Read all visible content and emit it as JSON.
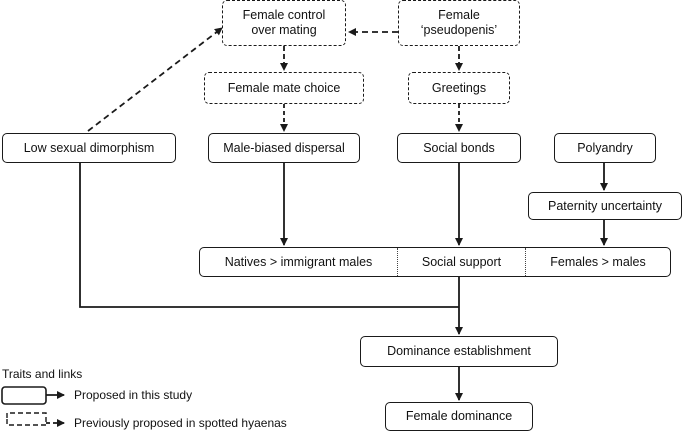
{
  "nodes": {
    "female_control": "Female control\nover mating",
    "female_pseudopenis": "Female\n‘pseudopenis’",
    "female_mate_choice": "Female mate choice",
    "greetings": "Greetings",
    "low_sexual_dimorphism": "Low sexual dimorphism",
    "male_biased_dispersal": "Male-biased dispersal",
    "social_bonds": "Social bonds",
    "polyandry": "Polyandry",
    "paternity_uncertainty": "Paternity uncertainty",
    "natives_vs_immigrants": "Natives > immigrant males",
    "social_support": "Social support",
    "females_vs_males": "Females > males",
    "dominance_establishment": "Dominance establishment",
    "female_dominance": "Female dominance"
  },
  "legend": {
    "title": "Traits and links",
    "proposed": "Proposed in this study",
    "previous": "Previously proposed in spotted hyaenas"
  }
}
